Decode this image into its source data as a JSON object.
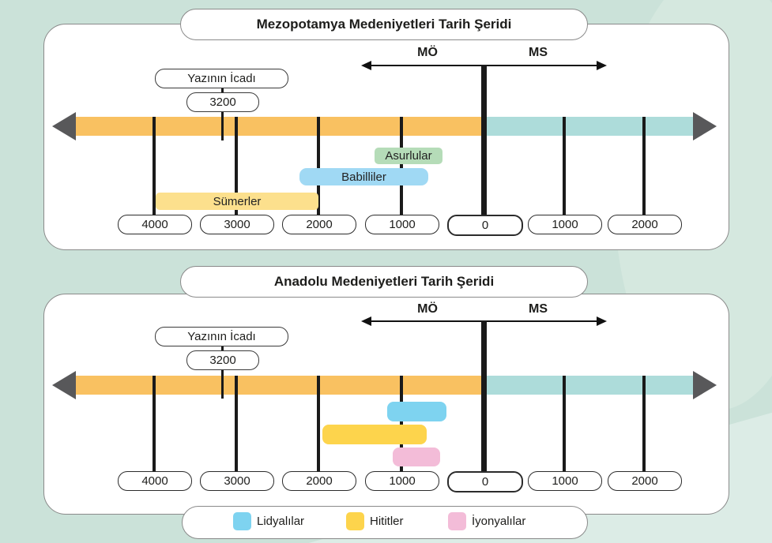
{
  "page": {
    "background_base": "#cbe2d9",
    "background_light": "#dcece6"
  },
  "colors": {
    "axis_bc_orange": "#f9c161",
    "axis_ad_teal": "#addcda",
    "axis_arrowhead_gray": "#58585a",
    "text": "#1d1d1b"
  },
  "timeline1": {
    "title": "Mezopotamya Medeniyetleri Tarih Şeridi",
    "era": {
      "left": "MÖ",
      "right": "MS"
    },
    "event": {
      "label": "Yazının İcadı",
      "year": "3200"
    },
    "ticks": [
      "4000",
      "3000",
      "2000",
      "1000",
      "0",
      "1000",
      "2000"
    ],
    "bands": [
      {
        "label": "Sümerler",
        "color": "#fce08d",
        "approx_years_mo": [
          4000,
          2000
        ]
      },
      {
        "label": "Babilliler",
        "color": "#a0d9f4",
        "approx_years_mo": [
          2250,
          650
        ]
      },
      {
        "label": "Asurlular",
        "color": "#b5dcb8",
        "approx_years_mo": [
          1300,
          500
        ]
      }
    ]
  },
  "timeline2": {
    "title": "Anadolu Medeniyetleri Tarih Şeridi",
    "era": {
      "left": "MÖ",
      "right": "MS"
    },
    "event": {
      "label": "Yazının İcadı",
      "year": "3200"
    },
    "ticks": [
      "4000",
      "3000",
      "2000",
      "1000",
      "0",
      "1000",
      "2000"
    ],
    "bands": [
      {
        "name": "lidyalilar",
        "color": "#7ed3f0",
        "approx_years_mo": [
          1150,
          450
        ]
      },
      {
        "name": "hititler",
        "color": "#fdd44c",
        "approx_years_mo": [
          1950,
          700
        ]
      },
      {
        "name": "iyonyalilar",
        "color": "#f3bcd8",
        "approx_years_mo": [
          1100,
          530
        ]
      }
    ]
  },
  "legend": {
    "items": [
      {
        "label": "Lidyalılar",
        "color": "#7ed3f0"
      },
      {
        "label": "Hititler",
        "color": "#fdd44c"
      },
      {
        "label": "İyonyalılar",
        "color": "#f3bcd8"
      }
    ]
  }
}
